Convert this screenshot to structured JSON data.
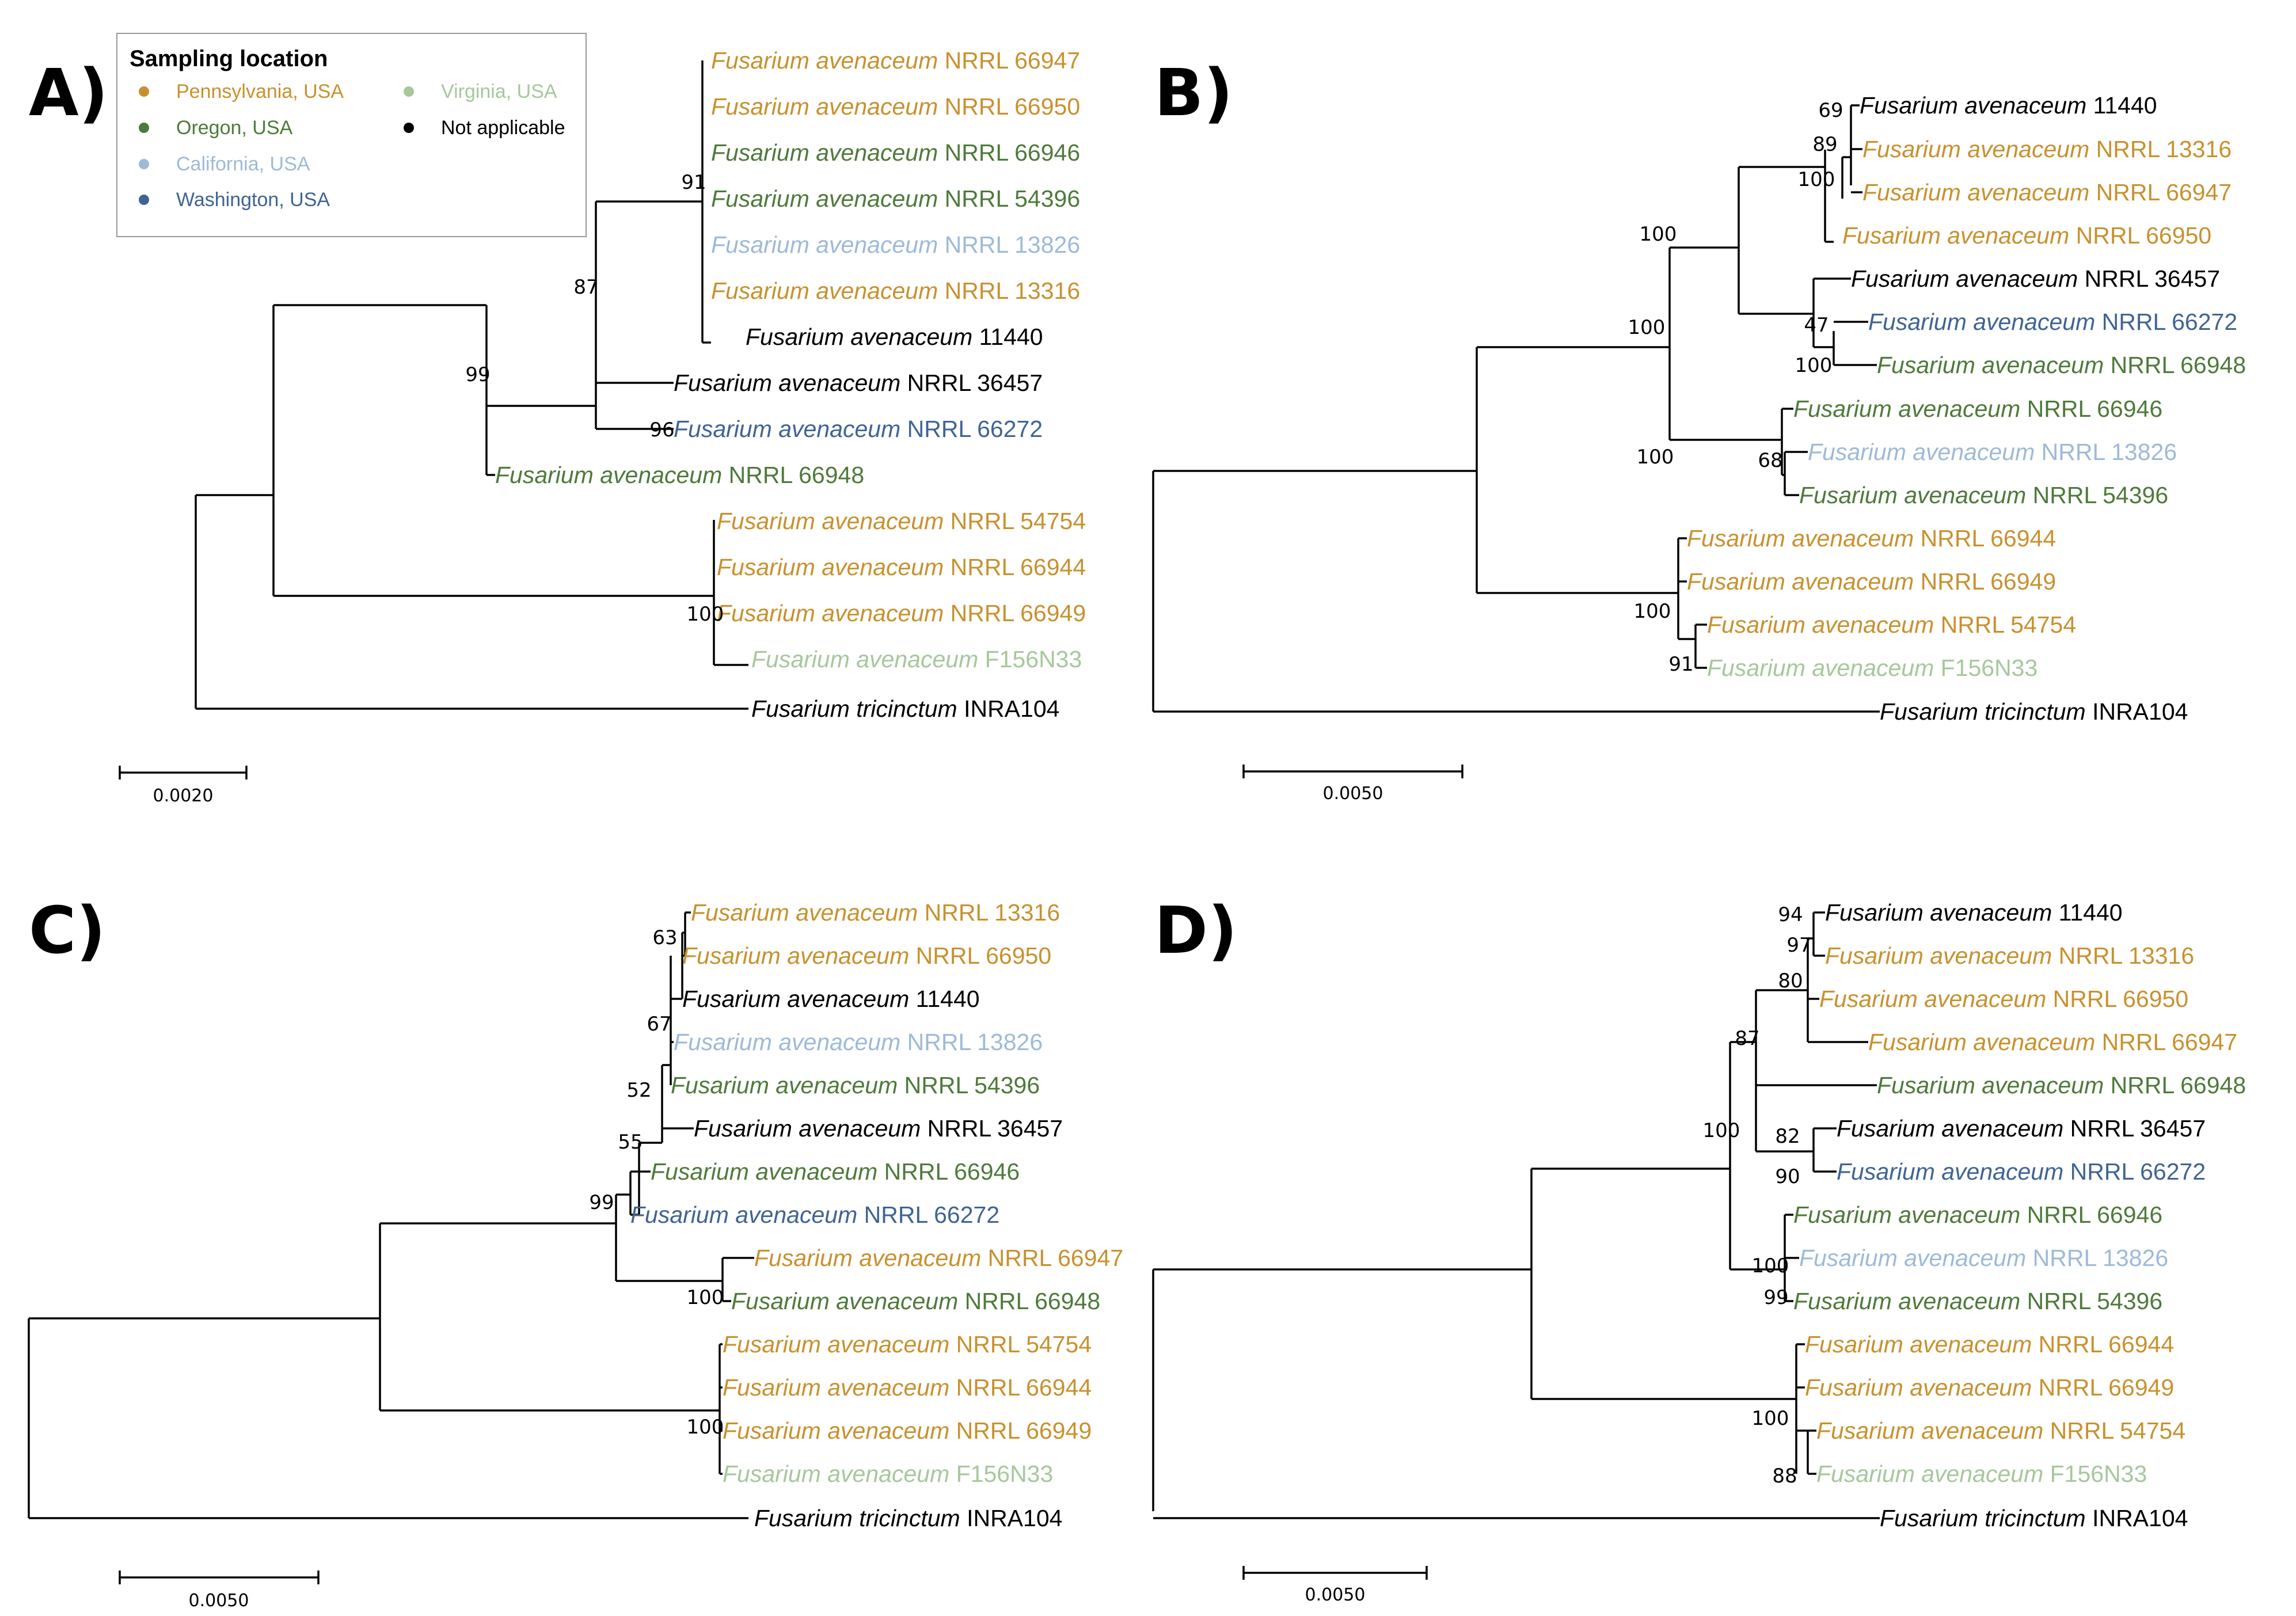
{
  "legend": {
    "title": "Sampling location",
    "entries": [
      {
        "key": "pa",
        "label": "Pennsylvania, USA",
        "color": "#C8912E"
      },
      {
        "key": "or",
        "label": "Oregon, USA",
        "color": "#4E7A3A"
      },
      {
        "key": "ca",
        "label": "California, USA",
        "color": "#9DBAD8"
      },
      {
        "key": "wa",
        "label": "Washington, USA",
        "color": "#3F6494"
      },
      {
        "key": "va",
        "label": "Virginia, USA",
        "color": "#A7C79C"
      },
      {
        "key": "na",
        "label": "Not applicable",
        "color": "#000000"
      }
    ]
  },
  "panels": [
    {
      "letter": "A)",
      "scale_label": "0.0020",
      "tips": [
        {
          "genus": "Fusarium avenaceum",
          "strain": "NRRL 66947",
          "loc": "pa"
        },
        {
          "genus": "Fusarium avenaceum",
          "strain": "NRRL 66950",
          "loc": "pa"
        },
        {
          "genus": "Fusarium avenaceum",
          "strain": "NRRL 66946",
          "loc": "or"
        },
        {
          "genus": "Fusarium avenaceum",
          "strain": "NRRL 54396",
          "loc": "or"
        },
        {
          "genus": "Fusarium avenaceum",
          "strain": "NRRL 13826",
          "loc": "ca"
        },
        {
          "genus": "Fusarium avenaceum",
          "strain": "NRRL 13316",
          "loc": "pa"
        },
        {
          "genus": "Fusarium avenaceum",
          "strain": "11440",
          "loc": "na"
        },
        {
          "genus": "Fusarium avenaceum",
          "strain": "NRRL 36457",
          "loc": "na"
        },
        {
          "genus": "Fusarium avenaceum",
          "strain": "NRRL 66272",
          "loc": "wa"
        },
        {
          "genus": "Fusarium avenaceum",
          "strain": "NRRL 66948",
          "loc": "or"
        },
        {
          "genus": "Fusarium avenaceum",
          "strain": "NRRL 54754",
          "loc": "pa"
        },
        {
          "genus": "Fusarium avenaceum",
          "strain": "NRRL 66944",
          "loc": "pa"
        },
        {
          "genus": "Fusarium avenaceum",
          "strain": "NRRL 66949",
          "loc": "pa"
        },
        {
          "genus": "Fusarium avenaceum",
          "strain": "F156N33",
          "loc": "va"
        },
        {
          "genus": "Fusarium tricinctum",
          "strain": "INRA104",
          "loc": "na"
        }
      ],
      "supports": [
        "91",
        "87",
        "99",
        "96",
        "100"
      ]
    },
    {
      "letter": "B)",
      "scale_label": "0.0050",
      "tips": [
        {
          "genus": "Fusarium avenaceum",
          "strain": "11440",
          "loc": "na"
        },
        {
          "genus": "Fusarium avenaceum",
          "strain": "NRRL 13316",
          "loc": "pa"
        },
        {
          "genus": "Fusarium avenaceum",
          "strain": "NRRL 66947",
          "loc": "pa"
        },
        {
          "genus": "Fusarium avenaceum",
          "strain": "NRRL 66950",
          "loc": "pa"
        },
        {
          "genus": "Fusarium avenaceum",
          "strain": "NRRL 36457",
          "loc": "na"
        },
        {
          "genus": "Fusarium avenaceum",
          "strain": "NRRL 66272",
          "loc": "wa"
        },
        {
          "genus": "Fusarium avenaceum",
          "strain": "NRRL 66948",
          "loc": "or"
        },
        {
          "genus": "Fusarium avenaceum",
          "strain": "NRRL 66946",
          "loc": "or"
        },
        {
          "genus": "Fusarium avenaceum",
          "strain": "NRRL 13826",
          "loc": "ca"
        },
        {
          "genus": "Fusarium avenaceum",
          "strain": "NRRL 54396",
          "loc": "or"
        },
        {
          "genus": "Fusarium avenaceum",
          "strain": "NRRL 66944",
          "loc": "pa"
        },
        {
          "genus": "Fusarium avenaceum",
          "strain": "NRRL 66949",
          "loc": "pa"
        },
        {
          "genus": "Fusarium avenaceum",
          "strain": "NRRL 54754",
          "loc": "pa"
        },
        {
          "genus": "Fusarium avenaceum",
          "strain": "F156N33",
          "loc": "va"
        },
        {
          "genus": "Fusarium tricinctum",
          "strain": "INRA104",
          "loc": "na"
        }
      ],
      "supports": [
        "69",
        "89",
        "100",
        "100",
        "100",
        "47",
        "100",
        "100",
        "68",
        "100",
        "91"
      ]
    },
    {
      "letter": "C)",
      "scale_label": "0.0050",
      "tips": [
        {
          "genus": "Fusarium avenaceum",
          "strain": "NRRL 13316",
          "loc": "pa"
        },
        {
          "genus": "Fusarium avenaceum",
          "strain": "NRRL 66950",
          "loc": "pa"
        },
        {
          "genus": "Fusarium avenaceum",
          "strain": "11440",
          "loc": "na"
        },
        {
          "genus": "Fusarium avenaceum",
          "strain": "NRRL 13826",
          "loc": "ca"
        },
        {
          "genus": "Fusarium avenaceum",
          "strain": "NRRL 54396",
          "loc": "or"
        },
        {
          "genus": "Fusarium avenaceum",
          "strain": "NRRL 36457",
          "loc": "na"
        },
        {
          "genus": "Fusarium avenaceum",
          "strain": "NRRL 66946",
          "loc": "or"
        },
        {
          "genus": "Fusarium avenaceum",
          "strain": "NRRL 66272",
          "loc": "wa"
        },
        {
          "genus": "Fusarium avenaceum",
          "strain": "NRRL 66947",
          "loc": "pa"
        },
        {
          "genus": "Fusarium avenaceum",
          "strain": "NRRL 66948",
          "loc": "or"
        },
        {
          "genus": "Fusarium avenaceum",
          "strain": "NRRL 54754",
          "loc": "pa"
        },
        {
          "genus": "Fusarium avenaceum",
          "strain": "NRRL 66944",
          "loc": "pa"
        },
        {
          "genus": "Fusarium avenaceum",
          "strain": "NRRL 66949",
          "loc": "pa"
        },
        {
          "genus": "Fusarium avenaceum",
          "strain": "F156N33",
          "loc": "va"
        },
        {
          "genus": "Fusarium tricinctum",
          "strain": "INRA104",
          "loc": "na"
        }
      ],
      "supports": [
        "63",
        "67",
        "52",
        "55",
        "99",
        "100",
        "100"
      ]
    },
    {
      "letter": "D)",
      "scale_label": "0.0050",
      "tips": [
        {
          "genus": "Fusarium avenaceum",
          "strain": "11440",
          "loc": "na"
        },
        {
          "genus": "Fusarium avenaceum",
          "strain": "NRRL 13316",
          "loc": "pa"
        },
        {
          "genus": "Fusarium avenaceum",
          "strain": "NRRL 66950",
          "loc": "pa"
        },
        {
          "genus": "Fusarium avenaceum",
          "strain": "NRRL 66947",
          "loc": "pa"
        },
        {
          "genus": "Fusarium avenaceum",
          "strain": "NRRL 66948",
          "loc": "or"
        },
        {
          "genus": "Fusarium avenaceum",
          "strain": "NRRL 36457",
          "loc": "na"
        },
        {
          "genus": "Fusarium avenaceum",
          "strain": "NRRL 66272",
          "loc": "wa"
        },
        {
          "genus": "Fusarium avenaceum",
          "strain": "NRRL 66946",
          "loc": "or"
        },
        {
          "genus": "Fusarium avenaceum",
          "strain": "NRRL 13826",
          "loc": "ca"
        },
        {
          "genus": "Fusarium avenaceum",
          "strain": "NRRL 54396",
          "loc": "or"
        },
        {
          "genus": "Fusarium avenaceum",
          "strain": "NRRL 66944",
          "loc": "pa"
        },
        {
          "genus": "Fusarium avenaceum",
          "strain": "NRRL 66949",
          "loc": "pa"
        },
        {
          "genus": "Fusarium avenaceum",
          "strain": "NRRL 54754",
          "loc": "pa"
        },
        {
          "genus": "Fusarium avenaceum",
          "strain": "F156N33",
          "loc": "va"
        },
        {
          "genus": "Fusarium tricinctum",
          "strain": "INRA104",
          "loc": "na"
        }
      ],
      "supports": [
        "94",
        "97",
        "80",
        "87",
        "82",
        "90",
        "100",
        "100",
        "99",
        "100",
        "88"
      ]
    }
  ]
}
